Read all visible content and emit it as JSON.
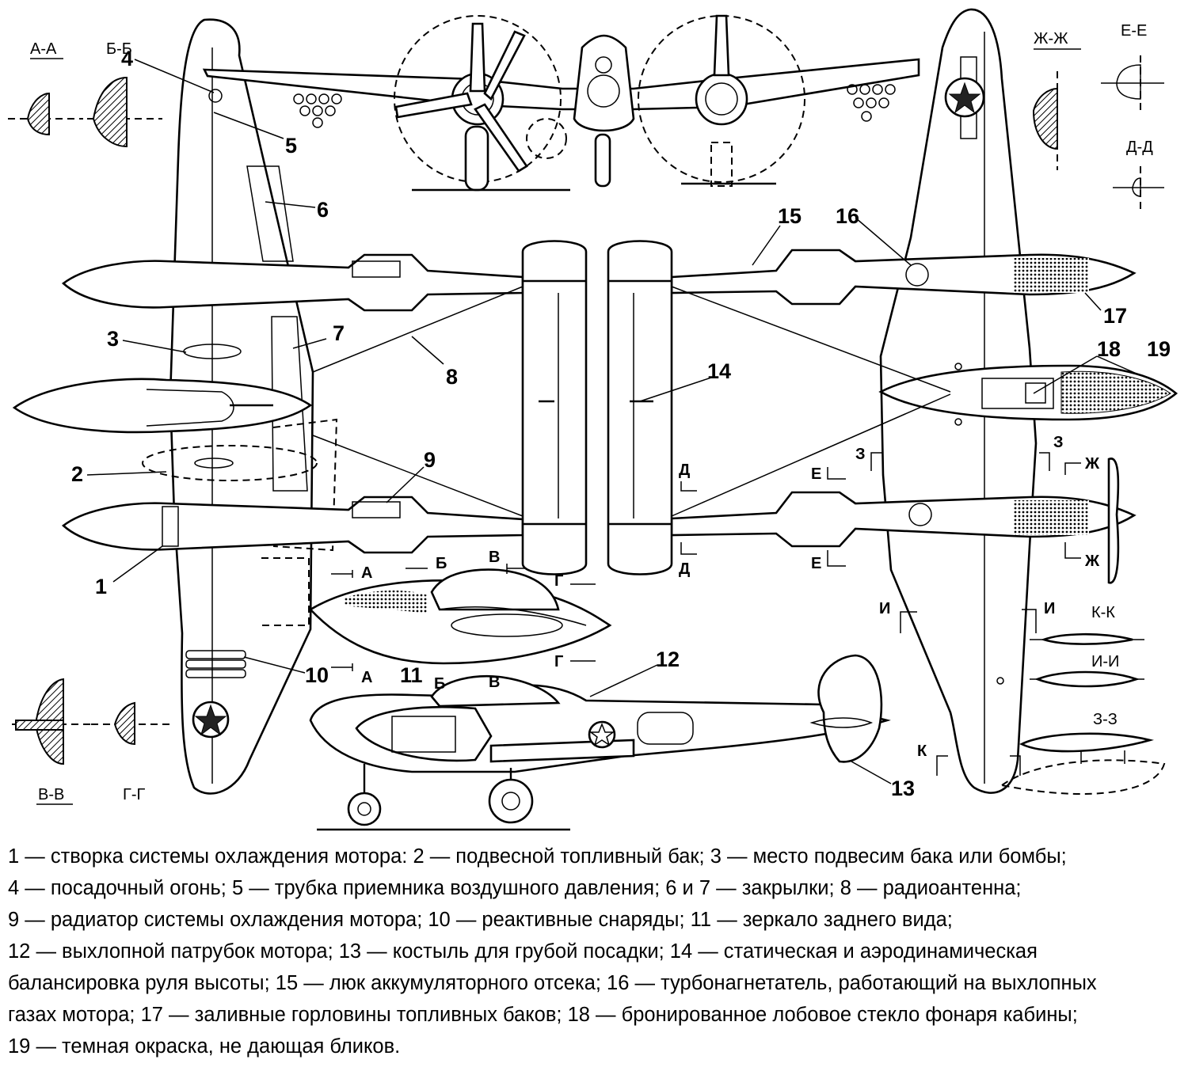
{
  "section_labels": {
    "aa": "А-А",
    "bb": "Б-Б",
    "vv": "В-В",
    "gg": "Г-Г",
    "dd": "Д-Д",
    "ee": "Е-Е",
    "zhzh": "Ж-Ж",
    "kk": "К-К",
    "ii": "И-И",
    "zz": "З-З"
  },
  "callouts": {
    "n1": "1",
    "n2": "2",
    "n3": "3",
    "n4": "4",
    "n5": "5",
    "n6": "6",
    "n7": "7",
    "n8": "8",
    "n9": "9",
    "n10": "10",
    "n11": "11",
    "n12": "12",
    "n13": "13",
    "n14": "14",
    "n15": "15",
    "n16": "16",
    "n17": "17",
    "n18": "18",
    "n19": "19"
  },
  "cut_marks": {
    "a": "А",
    "b": "Б",
    "v": "В",
    "g": "Г",
    "d": "Д",
    "e": "Е",
    "zh": "Ж",
    "i": "И",
    "k": "К",
    "z": "З"
  },
  "legend": [
    "1 — створка системы охлаждения мотора: 2 — подвесной топливный бак; 3 — место подвесим бака или бомбы;",
    "4 — посадочный огонь; 5 — трубка приемника воздушного давления; 6 и 7 — закрылки; 8 — радиоантенна;",
    "9 — радиатор системы охлаждения мотора; 10 — реактивные снаряды; 11 — зеркало заднего вида;",
    "12 — выхлопной патрубок мотора; 13 — костыль для грубой посадки; 14 — статическая и аэродинамическая",
    "балансировка руля высоты; 15 — люк аккумуляторного отсека; 16 — турбонагнетатель, работающий на выхлопных",
    "газах мотора; 17 — заливные горловины топливных баков; 18 — бронированное лобовое стекло фонаря кабины;",
    "19 — темная окраска, не дающая бликов."
  ]
}
